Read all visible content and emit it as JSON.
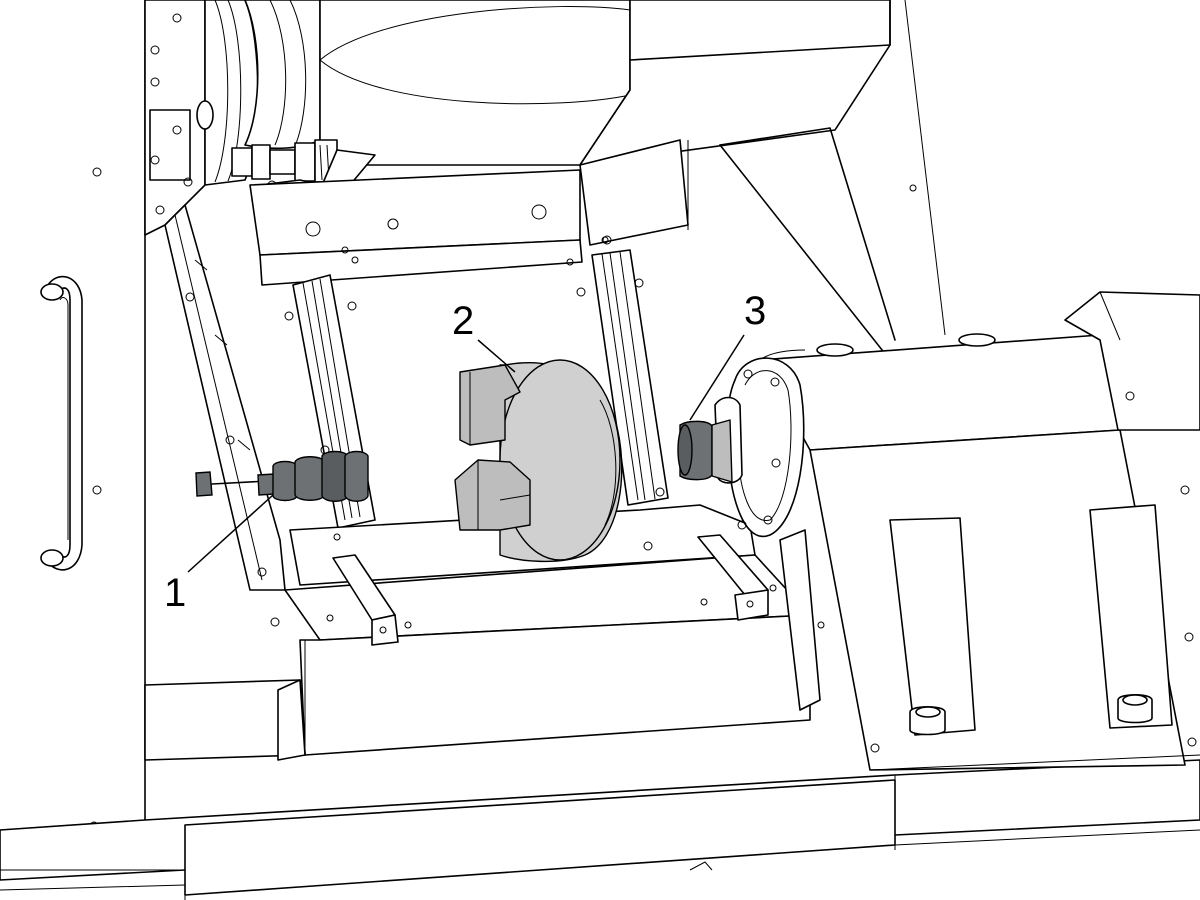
{
  "callouts": [
    {
      "id": "1",
      "label": "1"
    },
    {
      "id": "2",
      "label": "2"
    },
    {
      "id": "3",
      "label": "3"
    }
  ],
  "colors": {
    "line": "#000000",
    "background": "#ffffff",
    "chuck": "#d0d0d0",
    "dark_part": "#6e7174"
  }
}
